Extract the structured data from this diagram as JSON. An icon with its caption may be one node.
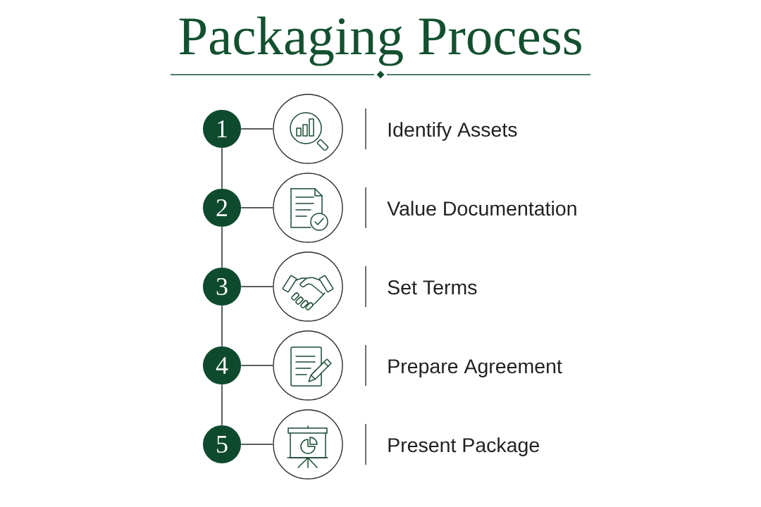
{
  "diagram": {
    "title": "Packaging Process",
    "nodes": [
      {
        "text": [
          "1"
        ]
      },
      {
        "text": [],
        "shape": "circle",
        "beside": [
          "Identify Assets"
        ]
      },
      {
        "text": [
          "2"
        ]
      },
      {
        "text": [],
        "shape": "circle",
        "beside": [
          "Value Documentation"
        ]
      },
      {
        "text": [
          "3"
        ]
      },
      {
        "text": [],
        "shape": "circle",
        "beside": [
          "Set Terms"
        ]
      },
      {
        "text": [
          "4"
        ]
      },
      {
        "text": [],
        "shape": "circle",
        "beside": [
          "Prepare Agreement"
        ]
      },
      {
        "text": [
          "5"
        ]
      },
      {
        "text": [],
        "shape": "circle",
        "beside": [
          "Present Package"
        ]
      }
    ],
    "edges": [
      {
        "from": 0,
        "to": 1,
        "arrow": "none"
      },
      {
        "from": 0,
        "to": 2,
        "arrow": "none"
      },
      {
        "from": 2,
        "to": 3,
        "arrow": "none"
      },
      {
        "from": 2,
        "to": 4,
        "arrow": "none"
      },
      {
        "from": 4,
        "to": 5,
        "arrow": "none"
      },
      {
        "from": 4,
        "to": 6,
        "arrow": "none"
      },
      {
        "from": 6,
        "to": 7,
        "arrow": "none"
      },
      {
        "from": 6,
        "to": 8,
        "arrow": "none"
      },
      {
        "from": 8,
        "to": 9,
        "arrow": "none"
      }
    ]
  }
}
